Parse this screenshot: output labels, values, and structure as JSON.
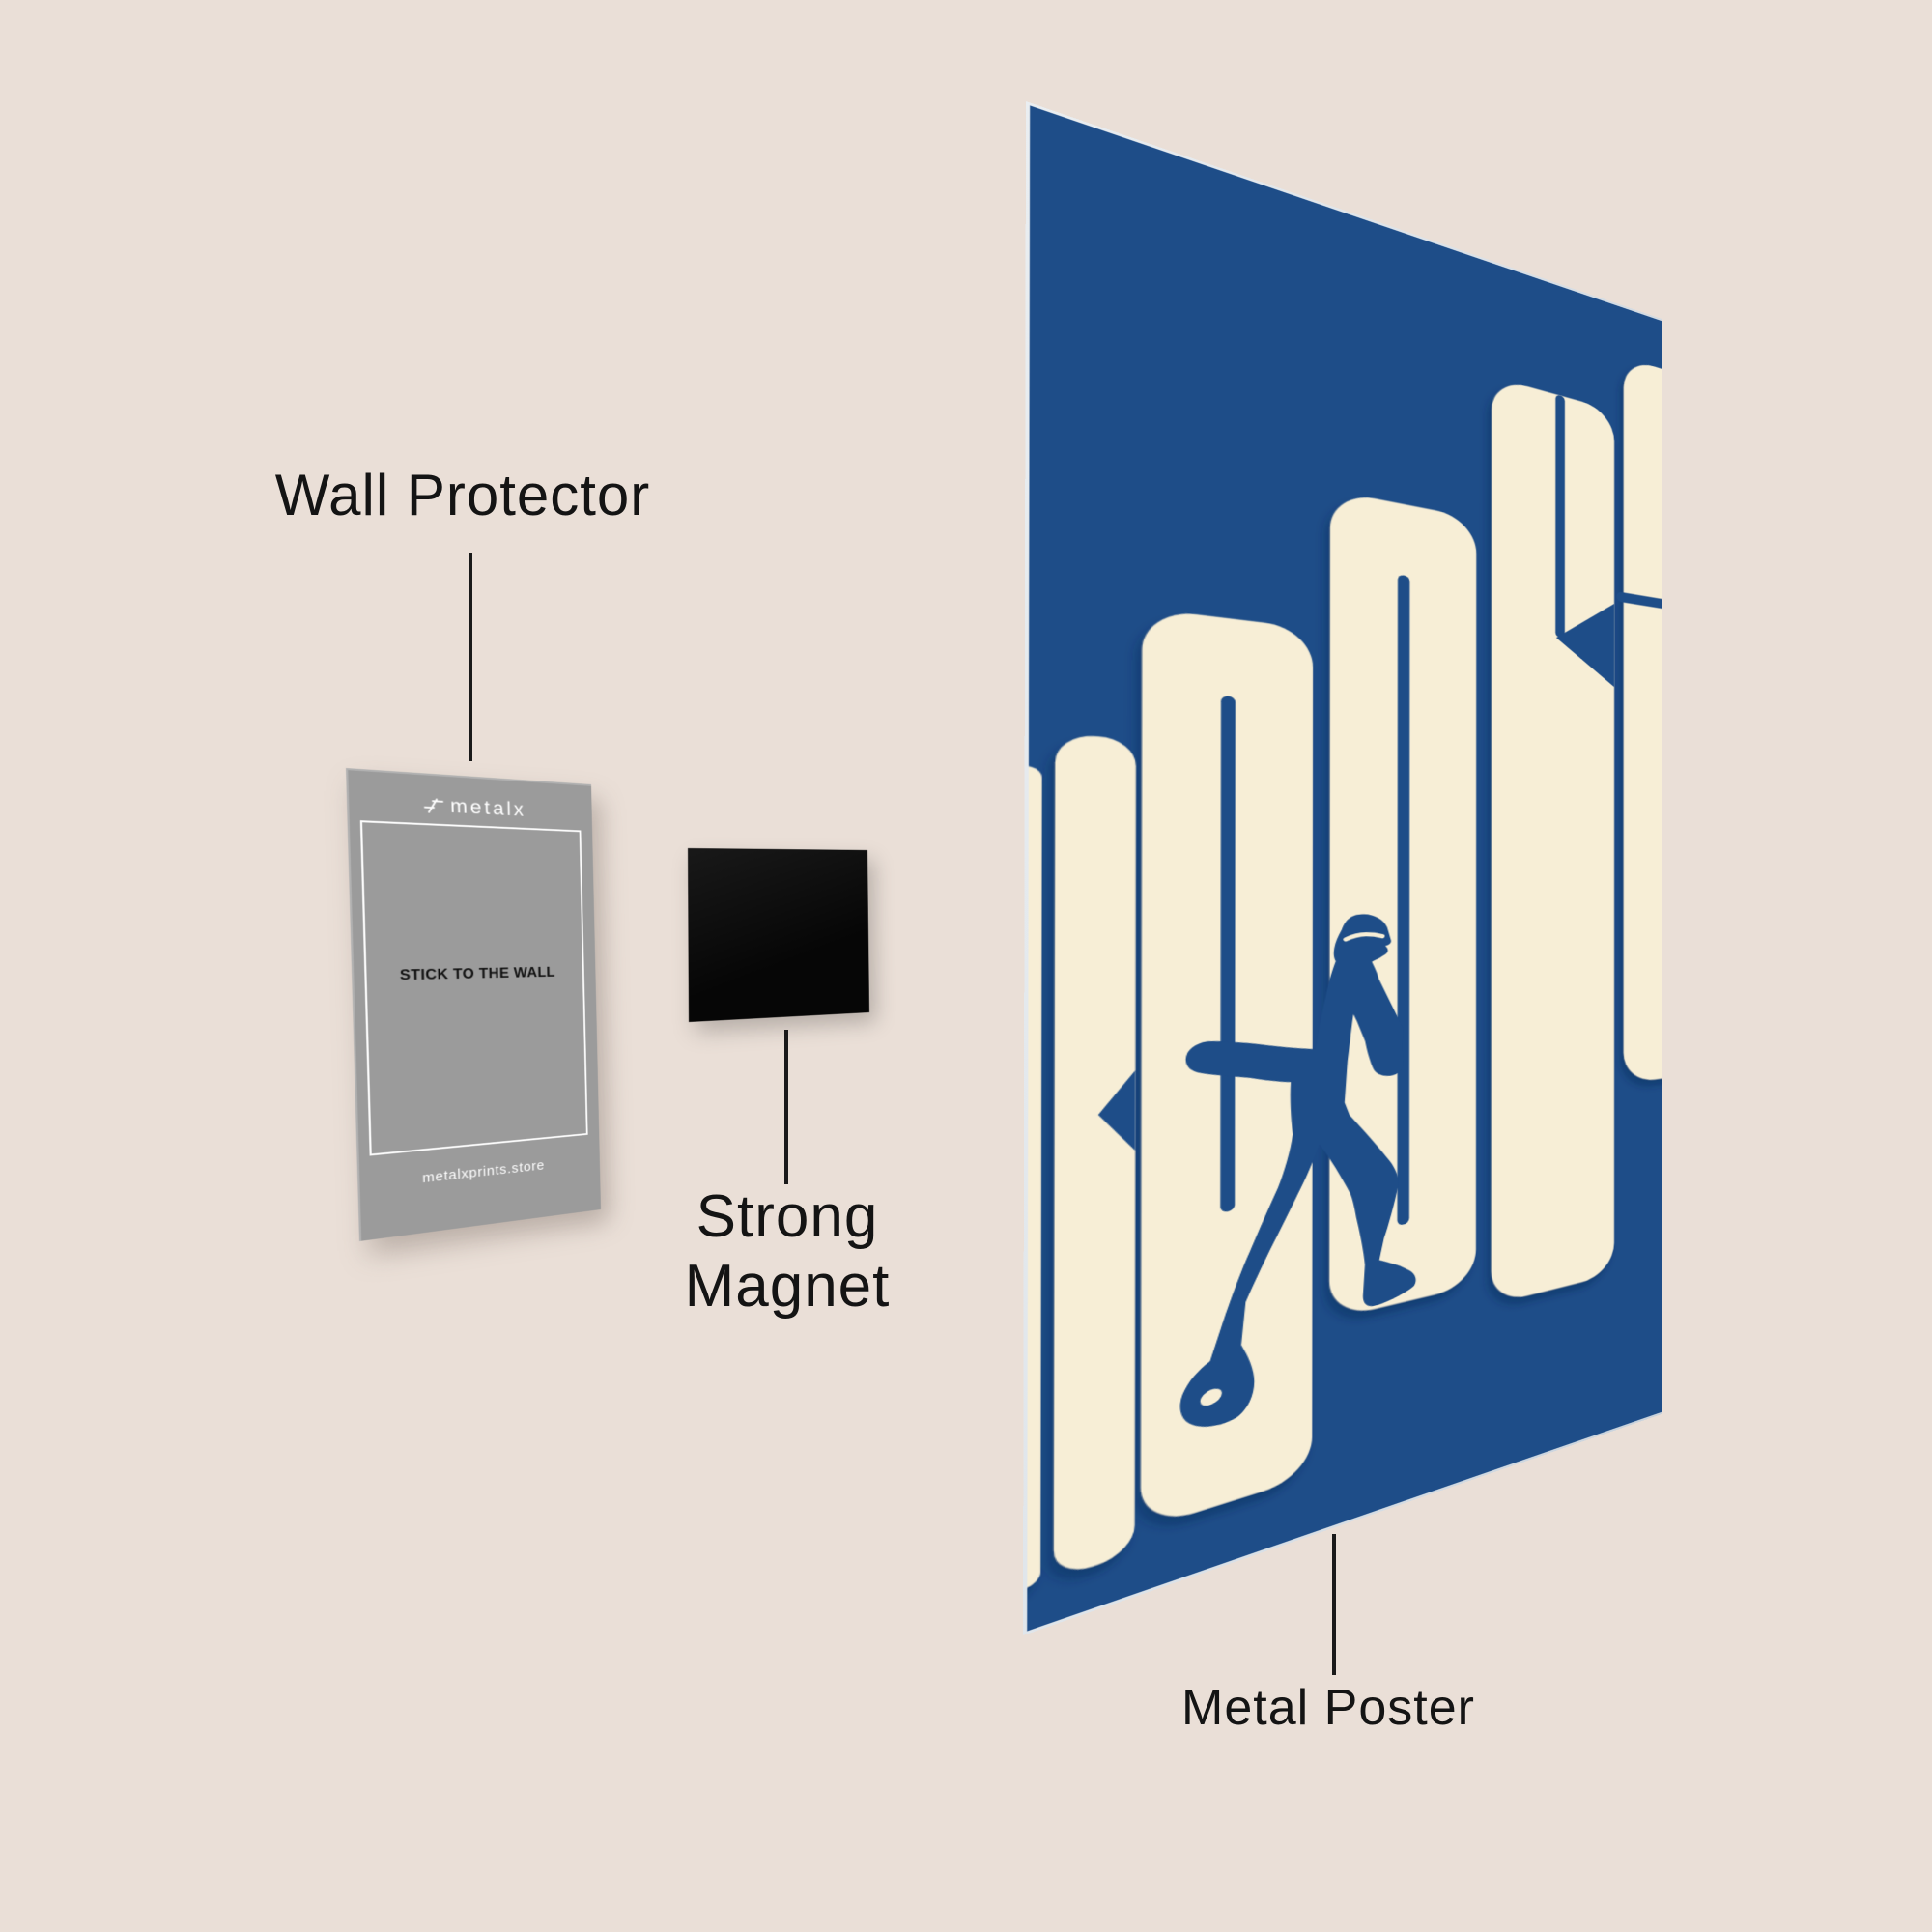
{
  "scene": {
    "background_color": "#eadfd7",
    "description": "Product explainer diagram: wall protector card, strong magnet and metal poster in perspective"
  },
  "callouts": {
    "wall_protector": {
      "label": "Wall Protector"
    },
    "strong_magnet": {
      "label": "Strong Magnet",
      "line1": "Strong",
      "line2": "Magnet"
    },
    "metal_poster": {
      "label": "Metal Poster"
    }
  },
  "wall_protector_card": {
    "brand": "metalx",
    "message": "STICK TO THE WALL",
    "website": "metalxprints.store",
    "card_color": "#9b9b9b",
    "frame_color": "#fcfcfc",
    "message_color": "#111111"
  },
  "magnet": {
    "color": "#0e0e0e"
  },
  "poster": {
    "title_word": "ROCKY",
    "background_color": "#1e4d88",
    "letter_color": "#f7eed6",
    "figure": "running-boxer-silhouette",
    "edge_highlight_color": "#dbe2e8"
  }
}
